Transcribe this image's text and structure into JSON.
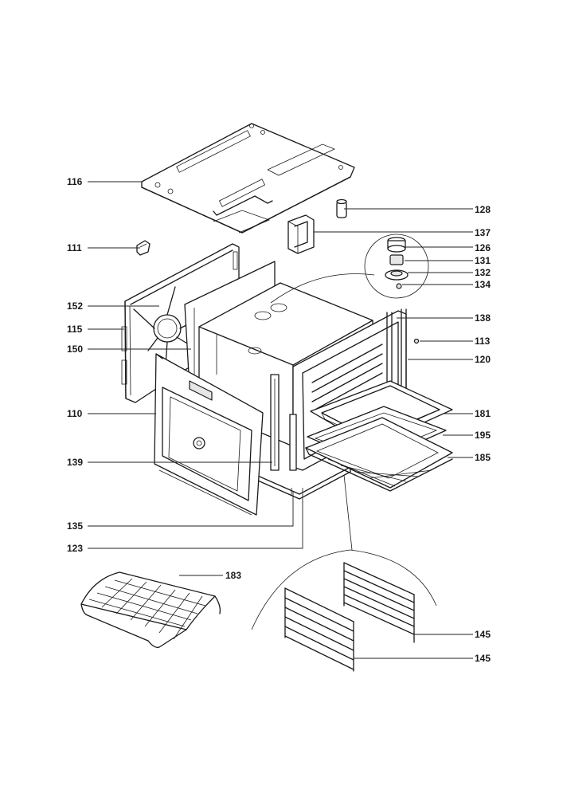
{
  "labels": {
    "l116": "116",
    "l128": "128",
    "l137": "137",
    "l111": "111",
    "l126": "126",
    "l131": "131",
    "l132": "132",
    "l134": "134",
    "l152": "152",
    "l115": "115",
    "l138": "138",
    "l150": "150",
    "l113": "113",
    "l120": "120",
    "l110": "110",
    "l181": "181",
    "l195": "195",
    "l185": "185",
    "l139": "139",
    "l135": "135",
    "l123": "123",
    "l183": "183",
    "l145a": "145",
    "l145b": "145"
  }
}
